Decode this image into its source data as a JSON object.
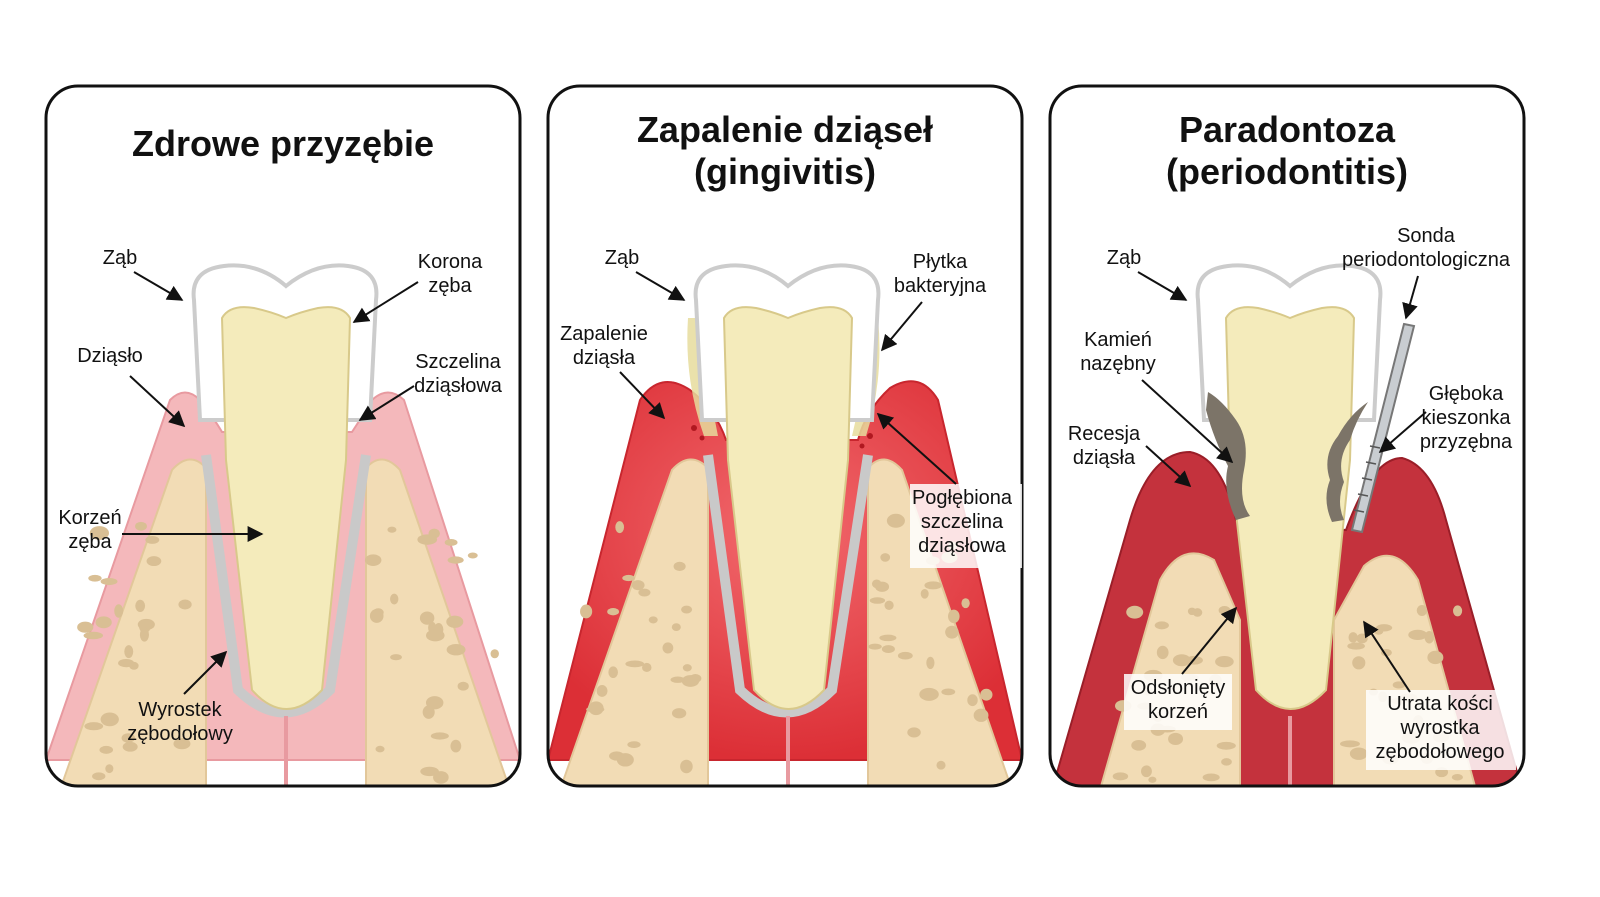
{
  "panels": [
    {
      "title_lines": [
        "Zdrowe przyzębie"
      ],
      "labels": {
        "tooth": "Ząb",
        "crown": [
          "Korona",
          "zęba"
        ],
        "gum": "Dziąsło",
        "sulcus": [
          "Szczelina",
          "dziąsłowa"
        ],
        "root": [
          "Korzeń",
          "zęba"
        ],
        "bone": [
          "Wyrostek",
          "zębodołowy"
        ]
      }
    },
    {
      "title_lines": [
        "Zapalenie dziąseł",
        "(gingivitis)"
      ],
      "labels": {
        "tooth": "Ząb",
        "plaque": [
          "Płytka",
          "bakteryjna"
        ],
        "inflamed_gum": [
          "Zapalenie",
          "dziąsła"
        ],
        "deepened_sulcus": [
          "Pogłębiona",
          "szczelina",
          "dziąsłowa"
        ]
      }
    },
    {
      "title_lines": [
        "Paradontoza",
        "(periodontitis)"
      ],
      "labels": {
        "tooth": "Ząb",
        "probe": [
          "Sonda",
          "periodontologiczna"
        ],
        "calculus": [
          "Kamień",
          "nazębny"
        ],
        "deep_pocket": [
          "Głęboka",
          "kieszonka",
          "przyzębna"
        ],
        "recession": [
          "Recesja",
          "dziąsła"
        ],
        "exposed_root": [
          "Odsłonięty",
          "korzeń"
        ],
        "bone_loss": [
          "Utrata kości",
          "wyrostka",
          "zębodołowego"
        ]
      }
    }
  ],
  "colors": {
    "healthy_gum": "#f4b8bb",
    "inflamed_gum": "#e8454a",
    "periodontitis_gum": "#c4323d",
    "bone": "#f2dcb5",
    "bone_pore": "#d9bf94",
    "dentin": "#f4ebbb",
    "enamel": "#ffffff",
    "plaque": "#e6dc9c",
    "calculus": "#7c7468",
    "probe": "#c9cdd1"
  }
}
